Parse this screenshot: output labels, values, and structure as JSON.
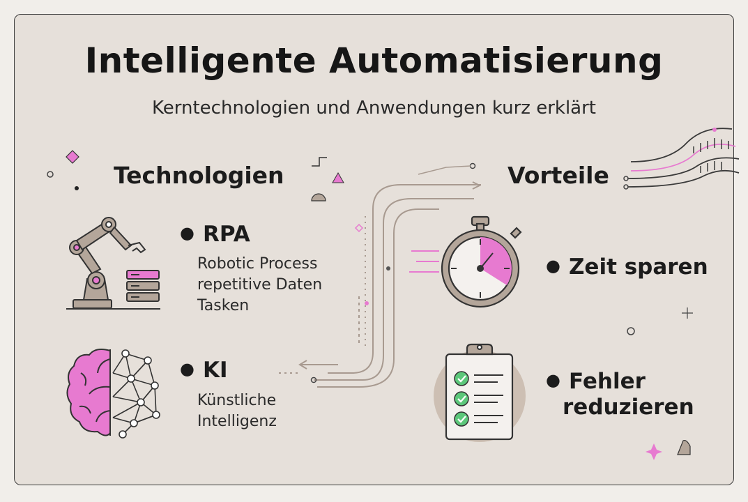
{
  "title": "Intelligente Automatisierung",
  "subtitle": "Kerntechnologien und Anwendungen kurz erklärt",
  "technologies": {
    "heading": "Technologien",
    "items": [
      {
        "label": "RPA",
        "description": [
          "Robotic Process",
          "repetitive Daten",
          "Tasken"
        ],
        "icon": "robot-arm-icon"
      },
      {
        "label": "KI",
        "description": [
          "Künstliche",
          "Intelligenz"
        ],
        "icon": "brain-network-icon"
      }
    ]
  },
  "benefits": {
    "heading": "Vorteile",
    "items": [
      {
        "label": [
          "Zeit sparen"
        ],
        "icon": "stopwatch-icon"
      },
      {
        "label": [
          "Fehler",
          "reduzieren"
        ],
        "icon": "checklist-clipboard-icon"
      }
    ]
  },
  "colors": {
    "background": "#e6e0da",
    "accent_pink": "#e77ad0",
    "accent_taupe": "#b4a69a",
    "check_green": "#5cc77a",
    "text": "#1f1f1f"
  }
}
